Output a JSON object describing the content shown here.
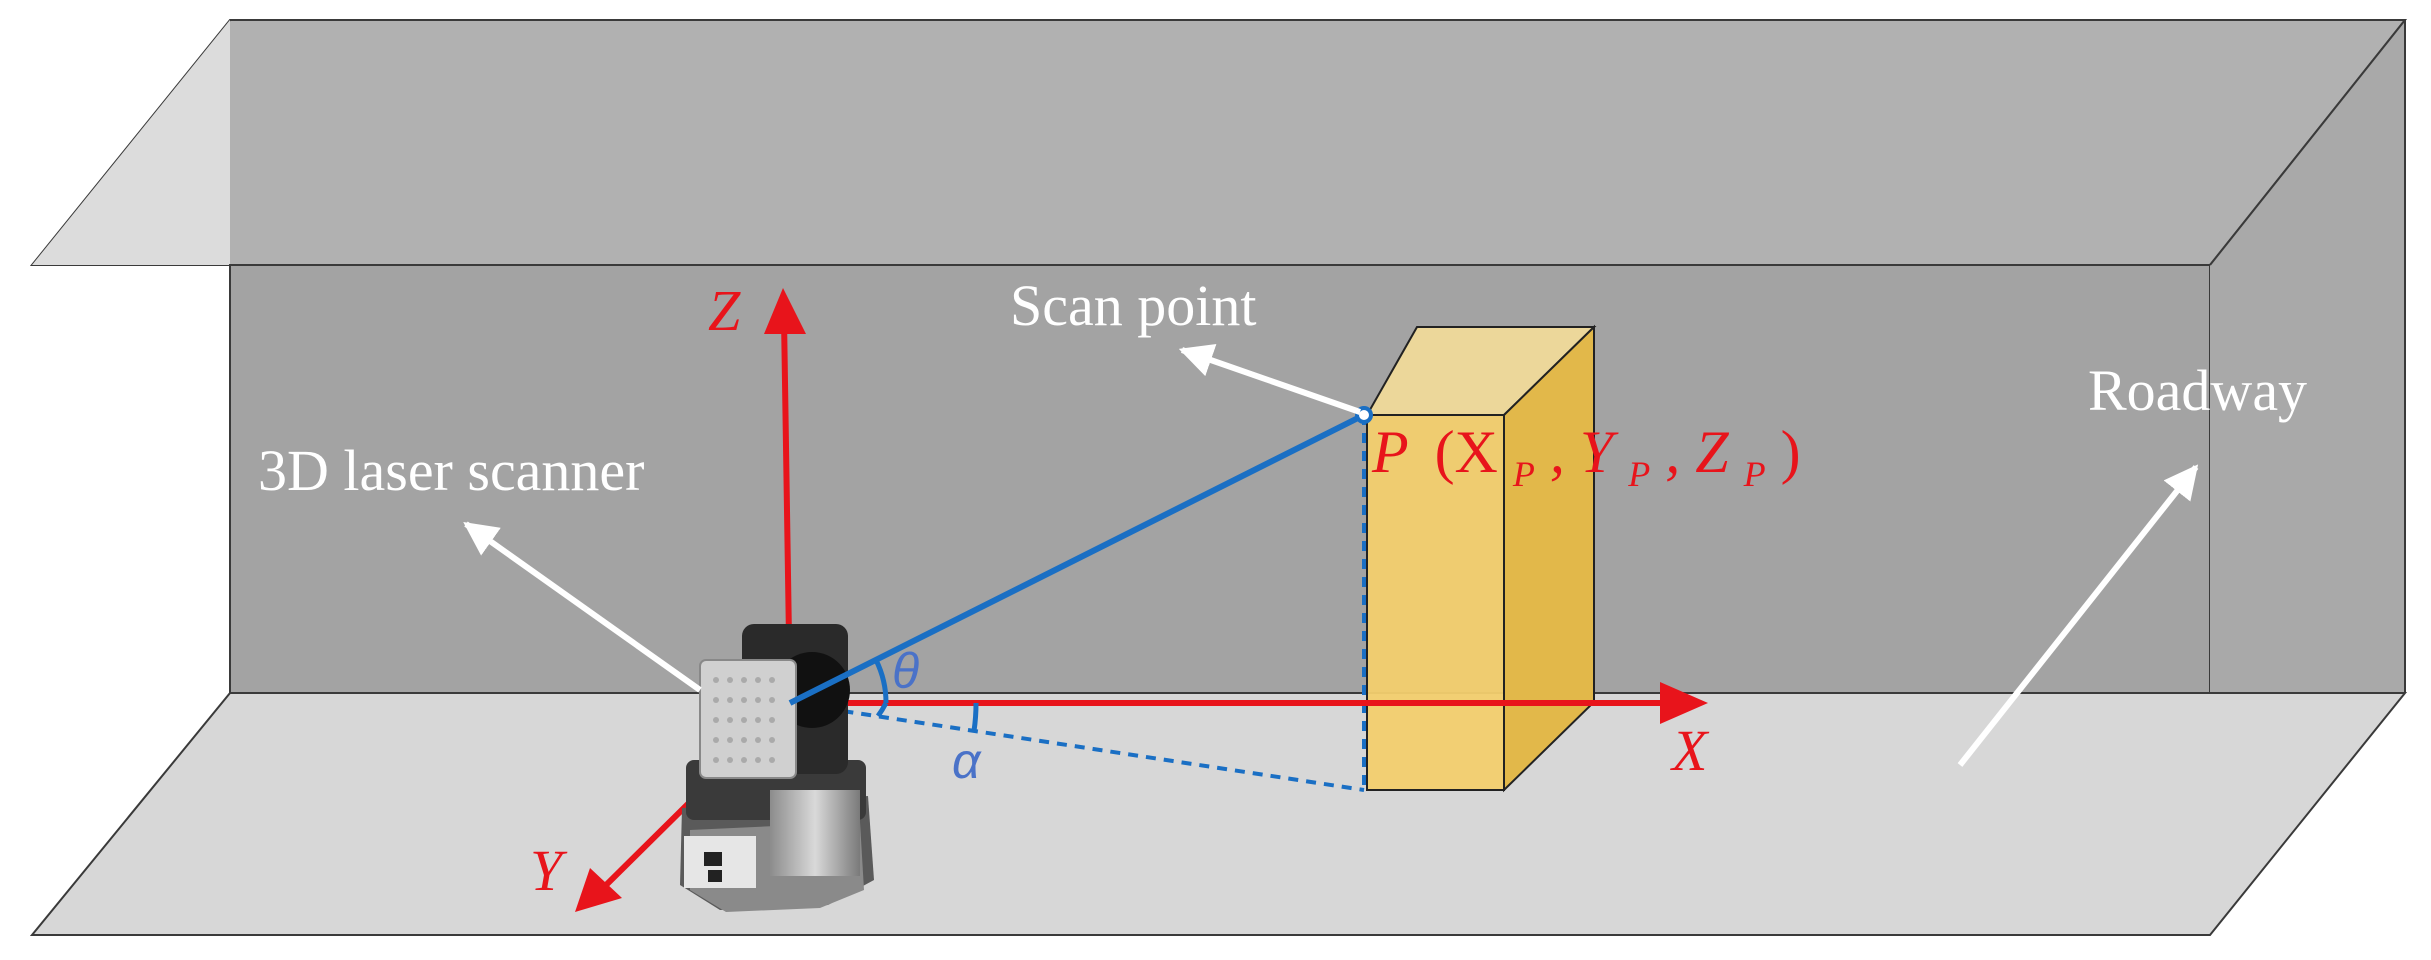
{
  "labels": {
    "scanner": "3D laser scanner",
    "scan_point": "Scan point",
    "roadway": "Roadway",
    "point_P": "P",
    "point_coords_open": "(X",
    "sub_P1": "P",
    "comma1": ", Y",
    "sub_P2": "P",
    "comma2": ", Z",
    "sub_P3": "P",
    "close_paren": ")"
  },
  "axes": {
    "x": "X",
    "y": "Y",
    "z": "Z"
  },
  "angles": {
    "theta": "θ",
    "alpha": "α"
  },
  "colors": {
    "axis": "#e8141b",
    "ray": "#1a6fc4",
    "box_front": "#f3cf6e",
    "box_side": "#e2b84a",
    "box_top": "#ecd79a",
    "ceiling": "#b1b1b1",
    "wall": "#a3a3a3",
    "floor": "#d7d7d7",
    "left_face": "#dedede",
    "right_face": "#a9a9a9"
  }
}
